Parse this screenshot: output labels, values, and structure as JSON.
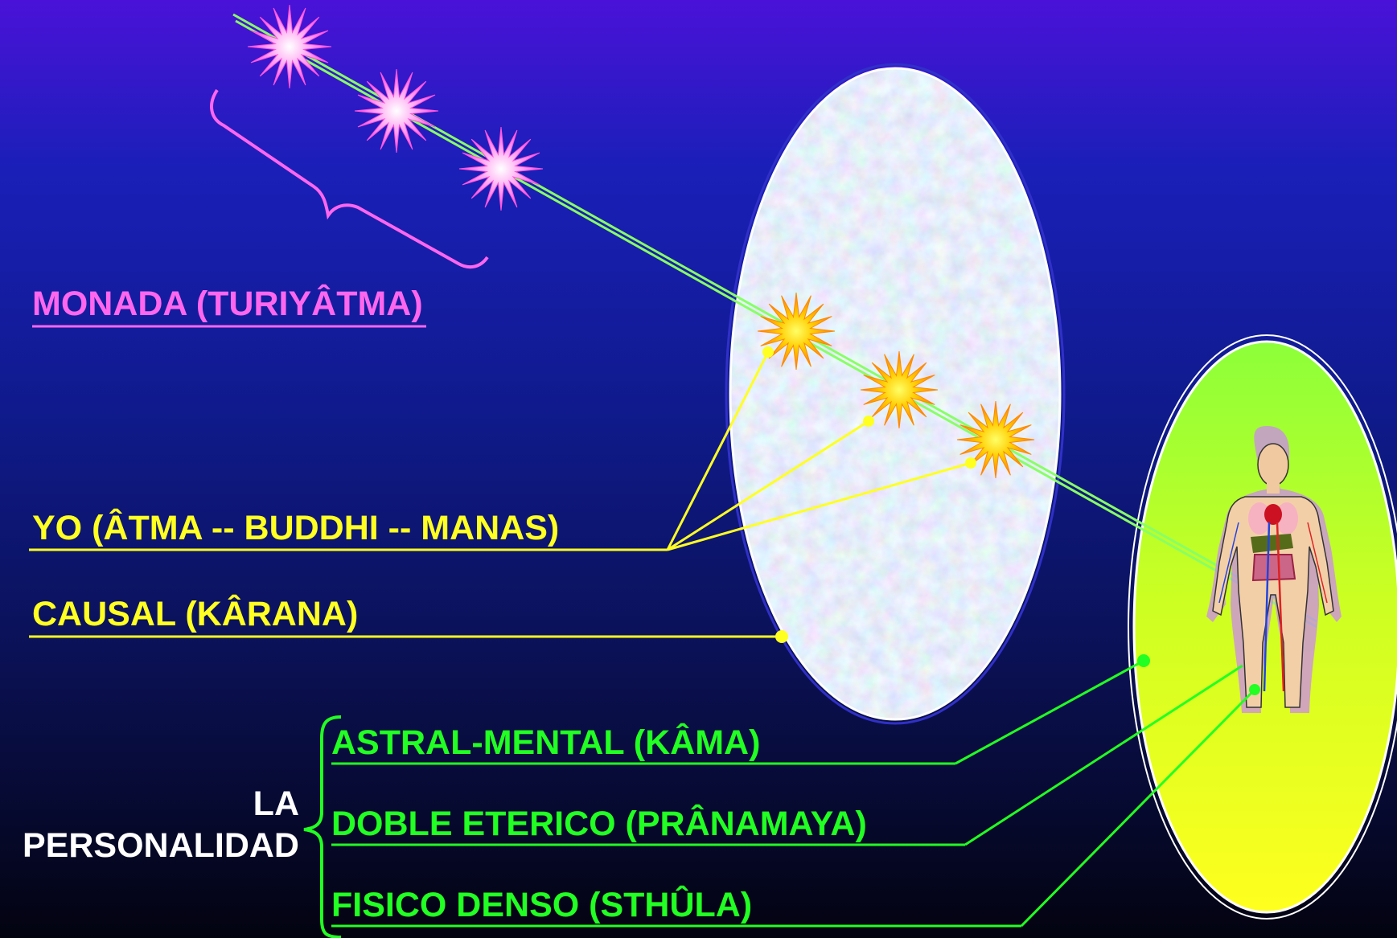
{
  "labels": {
    "monada": "MONADA  (TURIYÂTMA)",
    "yo": "YO  (ÂTMA -- BUDDHI -- MANAS)",
    "causal": "CAUSAL  (KÂRANA)",
    "astral": "ASTRAL-MENTAL  (KÂMA)",
    "doble": "DOBLE ETERICO  (PRÂNAMAYA)",
    "fisico": "FISICO DENSO  (STHÛLA)",
    "la": "LA",
    "personalidad": "PERSONALIDAD"
  },
  "colors": {
    "monada": "#ff66ee",
    "yo_causal": "#ffff22",
    "personality": "#22ff22",
    "ray": "#88ff66",
    "causal_oval": "#c8d8f8",
    "aura_top": "#88ff44",
    "aura_bottom": "#ffff22"
  },
  "icons": {
    "pink_star": "pink-star-icon",
    "orange_star": "orange-star-icon",
    "human_figure": "anatomy-figure-icon"
  }
}
